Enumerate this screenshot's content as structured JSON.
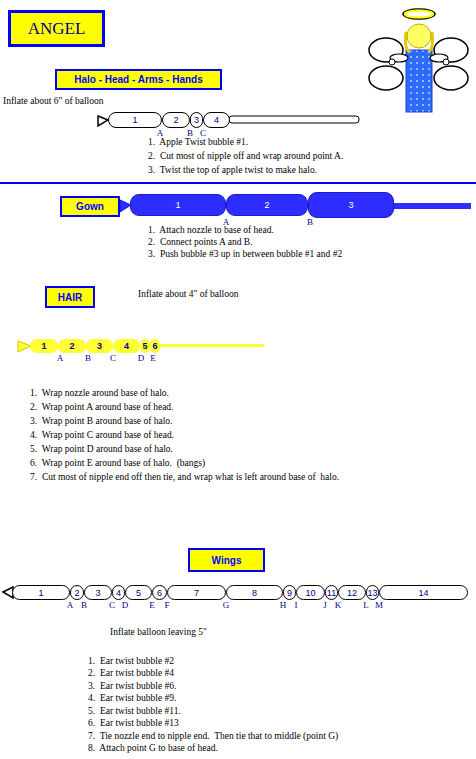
{
  "diagram": {
    "nodes": [
      {
        "text": [
          "ANGEL"
        ]
      },
      {
        "text": [
          "Halo - Head - Arms - Hands"
        ]
      },
      {
        "text": [
          "1"
        ]
      },
      {
        "text": [
          "2"
        ]
      },
      {
        "text": [
          "3"
        ]
      },
      {
        "text": [
          "4"
        ]
      },
      {
        "text": [
          "Gown"
        ]
      },
      {
        "text": [
          "1"
        ]
      },
      {
        "text": [
          "2"
        ]
      },
      {
        "text": [
          "3"
        ]
      },
      {
        "text": [
          "HAIR"
        ]
      },
      {
        "text": [
          "1"
        ]
      },
      {
        "text": [
          "2"
        ]
      },
      {
        "text": [
          "3"
        ]
      },
      {
        "text": [
          "4"
        ]
      },
      {
        "text": [
          "5"
        ]
      },
      {
        "text": [
          "6"
        ]
      },
      {
        "text": [
          "Wings"
        ]
      },
      {
        "text": [
          "1"
        ]
      },
      {
        "text": [
          "2"
        ]
      },
      {
        "text": [
          "3"
        ]
      },
      {
        "text": [
          "4"
        ]
      },
      {
        "text": [
          "5"
        ]
      },
      {
        "text": [
          "6"
        ]
      },
      {
        "text": [
          "7"
        ]
      },
      {
        "text": [
          "8"
        ]
      },
      {
        "text": [
          "9"
        ]
      },
      {
        "text": [
          "10"
        ]
      },
      {
        "text": [
          "11"
        ]
      },
      {
        "text": [
          "12"
        ]
      },
      {
        "text": [
          "13"
        ]
      },
      {
        "text": [
          "14"
        ]
      }
    ],
    "labels": [
      "Inflate about 6\" of balloon",
      "A",
      "B",
      "C",
      "1.  Apple Twist bubble #1.",
      "2.  Cut most of nipple off and wrap around point A.",
      "3.  Twist the top of apple twist to make halo.",
      "A",
      "B",
      "1.  Attach nozzle to base of head.",
      "2.  Connect points A and B.",
      "3.  Push bubble #3 up in between bubble #1 and #2",
      "Inflate about 4\" of balloon",
      "A",
      "B",
      "C",
      "D",
      "E",
      "1.  Wrap nozzle around base of halo.",
      "2.  Wrap point A around base of head.",
      "3.  Wrap point B around base of halo.",
      "4.  Wrap point C around base of head.",
      "5.  Wrap point D around base of halo.",
      "6.  Wrap point E around base of halo.  (bangs)",
      "7.  Cut most of nipple end off then tie, and wrap what is left around base of  halo.",
      "A",
      "B",
      "C",
      "D",
      "E",
      "F",
      "G",
      "H",
      "I",
      "J",
      "K",
      "L",
      "M",
      "Inflate balloon leaving 5\"",
      "1.  Ear twist bubble #2",
      "2.  Ear twist bubble #4",
      "3.  Ear twist bubble #6.",
      "4.  Ear twist bubble #9.",
      "5.  Ear twist bubble #11.",
      "6.  Ear twist bubble #13",
      "7.  Tie nozzle end to nipple end.  Then tie that to middle (point G)",
      "8.  Attach point G to base of head."
    ]
  }
}
